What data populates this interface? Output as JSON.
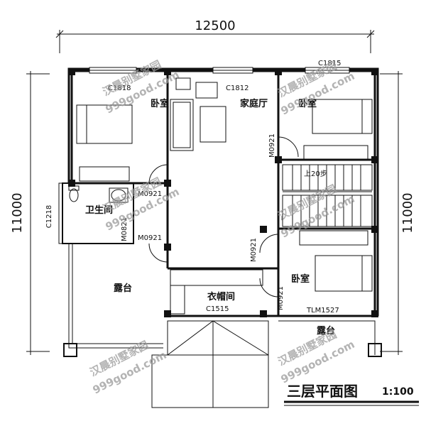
{
  "drawing": {
    "title": "三层平面图",
    "scale": "1:100"
  },
  "dimensions": {
    "width": "12500",
    "height_left": "11000",
    "height_right": "11000"
  },
  "rooms": {
    "bedroom_nw": "卧室",
    "family_hall": "家庭厅",
    "bedroom_ne": "卧室",
    "bathroom": "卫生间",
    "terrace_w": "露台",
    "cloakroom": "衣帽间",
    "bedroom_se": "卧室",
    "terrace_s": "露台"
  },
  "codes": {
    "c1818": "C1818",
    "c1812": "C1812",
    "c1815": "C1815",
    "m0921_ne": "M0921",
    "up_20": "上20步",
    "m0921_bath1": "M0921",
    "c1218": "C1218",
    "m0821": "M0821",
    "m0921_bath2": "M0921",
    "m0921_mid": "M0921",
    "m0921_se": "M0921",
    "c1515": "C1515",
    "tlm1527": "TLM1527"
  },
  "watermark": {
    "brand": "汉晨别墅家园",
    "url": "999good.com"
  }
}
